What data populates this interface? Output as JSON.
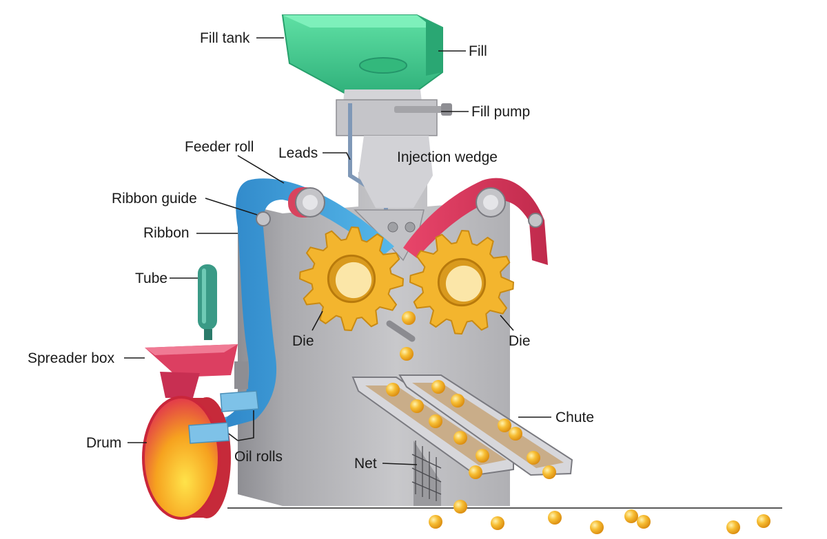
{
  "labels": {
    "fill_tank": "Fill tank",
    "fill": "Fill",
    "fill_pump": "Fill pump",
    "feeder_roll": "Feeder roll",
    "leads": "Leads",
    "injection_wedge": "Injection wedge",
    "ribbon_guide": "Ribbon guide",
    "ribbon": "Ribbon",
    "tube": "Tube",
    "die_left": "Die",
    "die_right": "Die",
    "spreader_box": "Spreader box",
    "chute": "Chute",
    "drum": "Drum",
    "oil_rolls": "Oil rolls",
    "net": "Net"
  },
  "colors": {
    "ribbon_blue": "#3aa4dd",
    "ribbon_red": "#d83a5c",
    "tank_green": "#3fc48a",
    "gear_gold": "#f3b52e",
    "machine_gray": "#bfbfc1",
    "capsule_amber": "#f5b630",
    "tube_teal": "#3a9a86",
    "drum_red": "#e23a4a",
    "drum_yellow": "#f6c21f"
  }
}
